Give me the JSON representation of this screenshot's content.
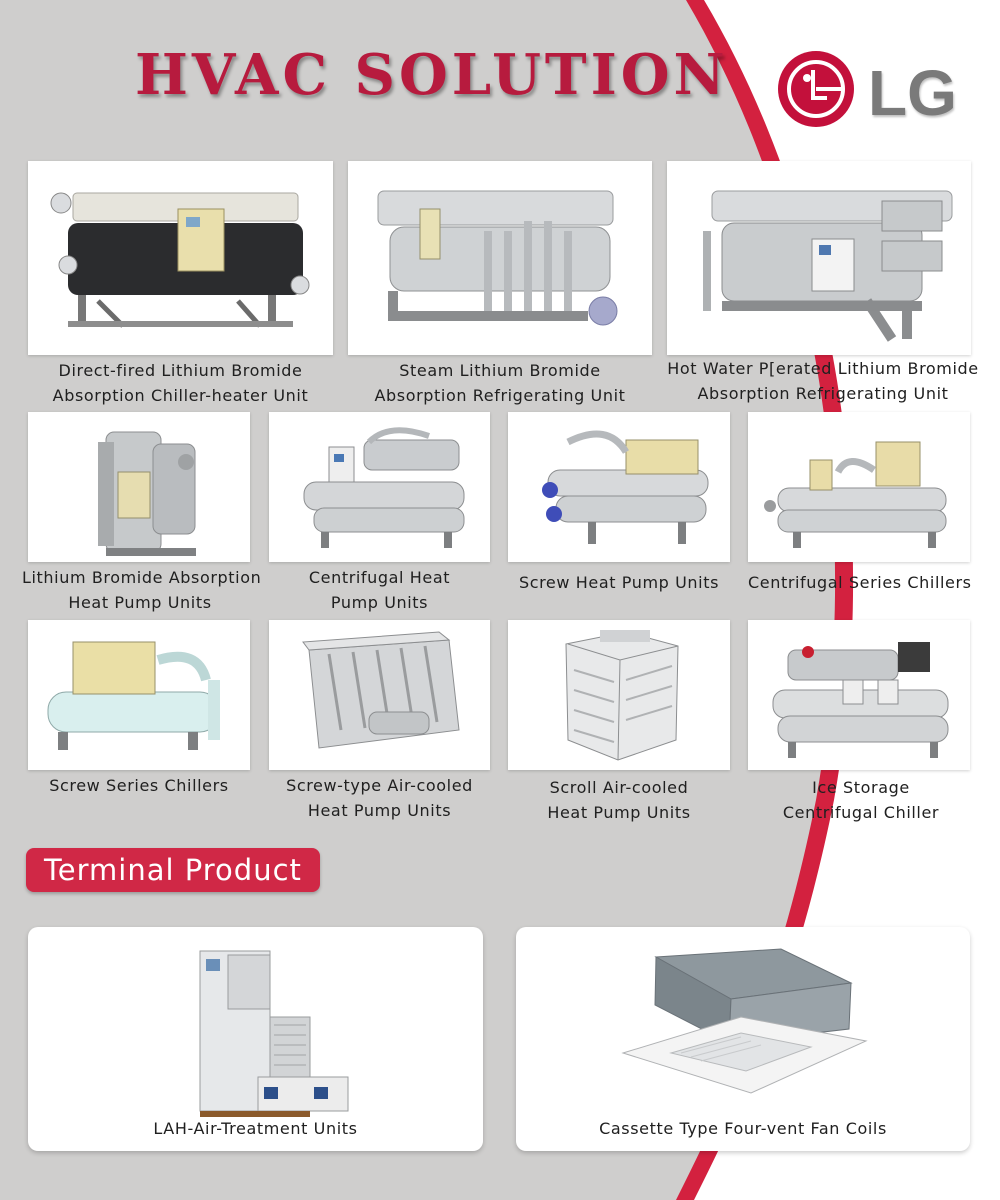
{
  "header": {
    "title": "HVAC SOLUTION",
    "brand": "LG"
  },
  "colors": {
    "accent": "#d02846",
    "title": "#b71b3e",
    "background": "#cfcecd",
    "logo_gray": "#7a7a7a"
  },
  "products": [
    {
      "line1": "Direct-fired Lithium Bromide",
      "line2": "Absorption Chiller-heater Unit"
    },
    {
      "line1": "Steam Lithium Bromide",
      "line2": "Absorption Refrigerating Unit"
    },
    {
      "line1": "Hot Water P[erated Lithium Bromide",
      "line2": "Absorption Refrigerating Unit"
    },
    {
      "line1": "Lithium Bromide Absorption",
      "line2": "Heat Pump Units"
    },
    {
      "line1": "Centrifugal Heat",
      "line2": "Pump Units"
    },
    {
      "line1": "Screw Heat Pump Units",
      "line2": ""
    },
    {
      "line1": "Centrifugal Series Chillers",
      "line2": ""
    },
    {
      "line1": "Screw Series Chillers",
      "line2": ""
    },
    {
      "line1": "Screw-type Air-cooled",
      "line2": "Heat Pump Units"
    },
    {
      "line1": "Scroll Air-cooled",
      "line2": "Heat Pump Units"
    },
    {
      "line1": "Ice Storage",
      "line2": "Centrifugal Chiller"
    }
  ],
  "terminal": {
    "section_title": "Terminal Product",
    "items": [
      {
        "label": "LAH-Air-Treatment Units"
      },
      {
        "label": "Cassette Type Four-vent Fan Coils"
      }
    ]
  }
}
